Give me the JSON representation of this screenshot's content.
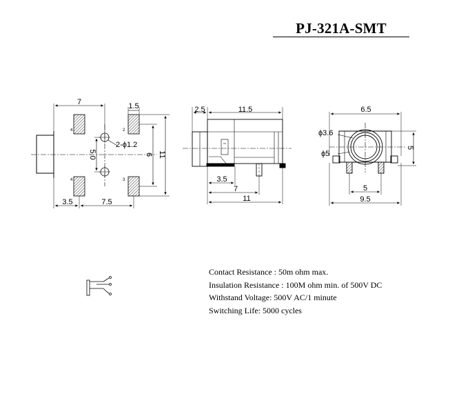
{
  "title": "PJ-321A-SMT",
  "views": {
    "top": {
      "dims": {
        "width_total": "7",
        "pad_width": "1.5",
        "hole_spacing": "5.0",
        "hole_callout": "2-ϕ1.2",
        "pad_span": "6",
        "height_total": "11",
        "left_offset": "3.5",
        "pad_pitch": "7.5"
      },
      "pins": [
        "4",
        "2",
        "4",
        "3"
      ]
    },
    "side": {
      "dims": {
        "front": "2.5",
        "body": "11.5",
        "lead_a": "3.5",
        "lead_b": "7",
        "overall": "11"
      }
    },
    "front": {
      "dims": {
        "width": "6.5",
        "inner_dia": "ϕ3.6",
        "outer_dia": "ϕ5",
        "height": "5",
        "lead_span": "5",
        "overall": "9.5"
      }
    }
  },
  "specs": [
    "Contact Resistance :     50m ohm max.",
    "Insulation Resistance : 100M ohm min. of 500V DC",
    "Withstand Voltage: 500V AC/1 minute",
    "Switching Life: 5000 cycles"
  ]
}
